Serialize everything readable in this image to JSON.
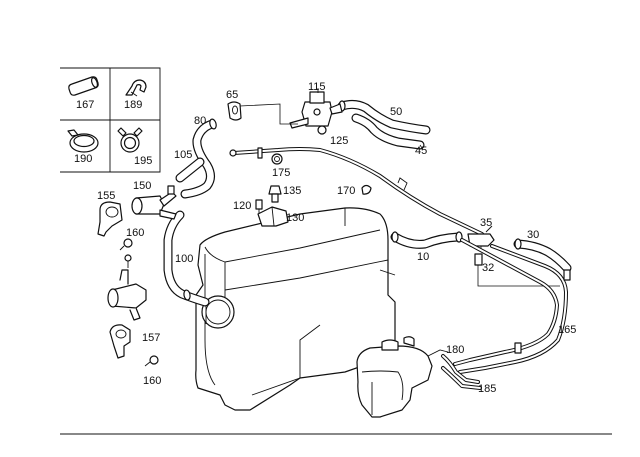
{
  "callouts": {
    "c167": "167",
    "c189": "189",
    "c190": "190",
    "c195": "195",
    "c65": "65",
    "c115": "115",
    "c50": "50",
    "c80": "80",
    "c125": "125",
    "c45": "45",
    "c105": "105",
    "c175": "175",
    "c155": "155",
    "c150": "150",
    "c135": "135",
    "c170": "170",
    "c120": "120",
    "c130": "130",
    "c160a": "160",
    "c35": "35",
    "c30": "30",
    "c100": "100",
    "c10": "10",
    "c32": "32",
    "c165": "165",
    "c157": "157",
    "c180": "180",
    "c160b": "160",
    "c185": "185"
  }
}
